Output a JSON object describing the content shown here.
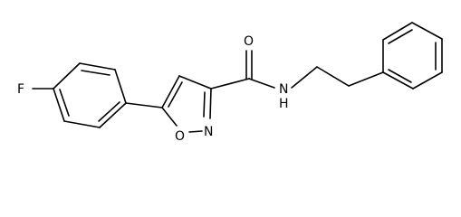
{
  "molecule": {
    "atoms": {
      "fluorine": "F",
      "carbonyl_oxygen": "O",
      "amide_nitrogen": "N",
      "amide_hydrogen": "H",
      "ring_oxygen": "O",
      "ring_nitrogen": "N"
    },
    "colors": {
      "bond": "#000000",
      "label": "#000000",
      "background": "#ffffff"
    }
  }
}
